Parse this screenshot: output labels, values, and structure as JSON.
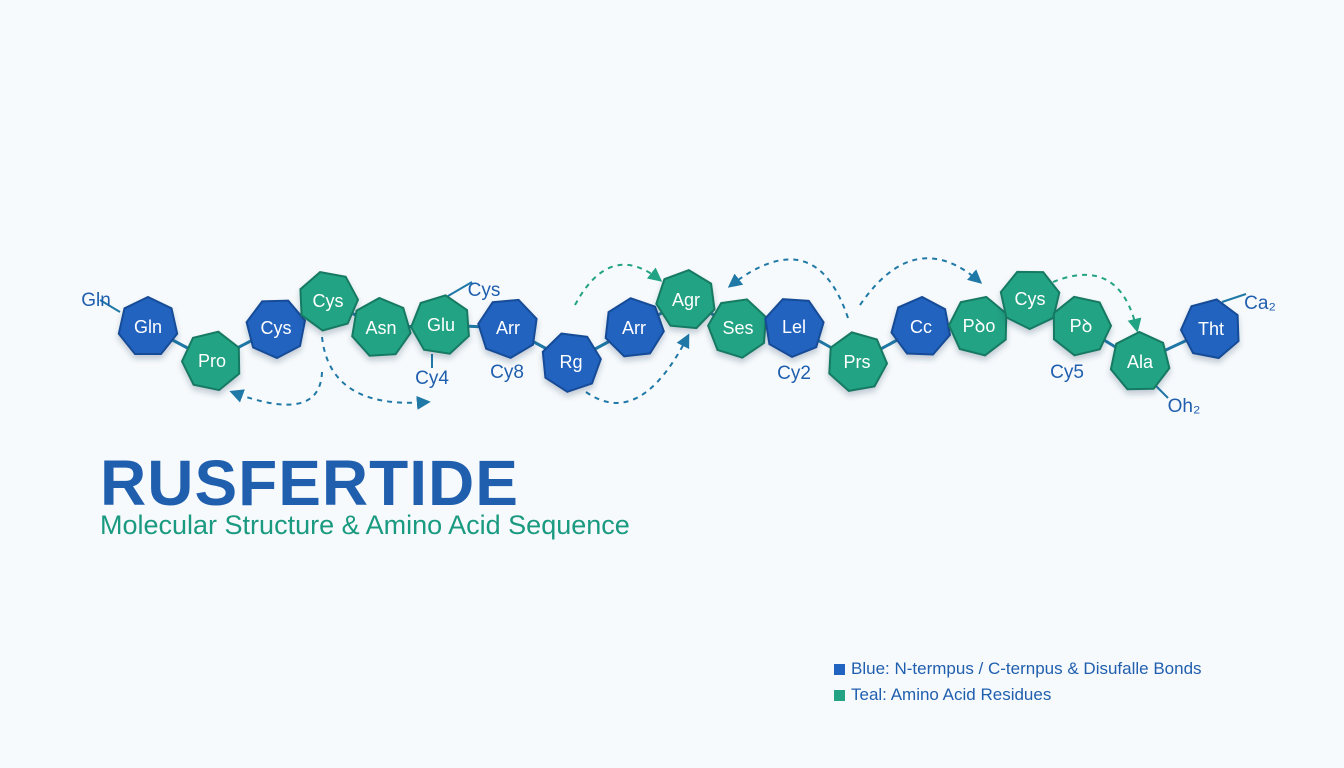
{
  "colors": {
    "blue": "#2163c0",
    "blue_dark": "#164c97",
    "teal": "#22a383",
    "teal_dark": "#177a62",
    "bond": "#1f78a6",
    "label_blue": "#1f5fae",
    "label_teal": "#1a9a80"
  },
  "title": "RUSFERTIDE",
  "subtitle": "Molecular Structure & Amino Acid Sequence",
  "legend": [
    {
      "color": "blue",
      "label": "Blue: N-termpus / C-ternpus & Disufalle Bonds"
    },
    {
      "color": "teal",
      "label": "Teal: Amino Acid Residues"
    }
  ],
  "residues": [
    {
      "label": "Gln",
      "color": "blue"
    },
    {
      "label": "Pro",
      "color": "teal"
    },
    {
      "label": "Cys",
      "color": "blue"
    },
    {
      "label": "Cys",
      "color": "teal"
    },
    {
      "label": "Asn",
      "color": "teal"
    },
    {
      "label": "Glu",
      "color": "teal"
    },
    {
      "label": "Arr",
      "color": "blue"
    },
    {
      "label": "Rg",
      "color": "blue"
    },
    {
      "label": "Arr",
      "color": "blue"
    },
    {
      "label": "Agr",
      "color": "teal"
    },
    {
      "label": "Ses",
      "color": "teal"
    },
    {
      "label": "Lel",
      "color": "blue"
    },
    {
      "label": "Prs",
      "color": "teal"
    },
    {
      "label": "Cc",
      "color": "blue"
    },
    {
      "label": "Pꝺo",
      "color": "teal"
    },
    {
      "label": "Cys",
      "color": "teal"
    },
    {
      "label": "Pꝺ",
      "color": "teal"
    },
    {
      "label": "Ala",
      "color": "teal"
    },
    {
      "label": "Tht",
      "color": "blue"
    }
  ],
  "side_labels": [
    {
      "text": "Gln",
      "color": "blue"
    },
    {
      "text": "Cys",
      "color": "blue"
    },
    {
      "text": "Cy4",
      "color": "blue"
    },
    {
      "text": "Cy8",
      "color": "blue"
    },
    {
      "text": "Cy2",
      "color": "blue"
    },
    {
      "text": "Cy5",
      "color": "blue"
    },
    {
      "text": "Ca₂",
      "color": "blue"
    },
    {
      "text": "Oh₂",
      "color": "blue"
    }
  ]
}
